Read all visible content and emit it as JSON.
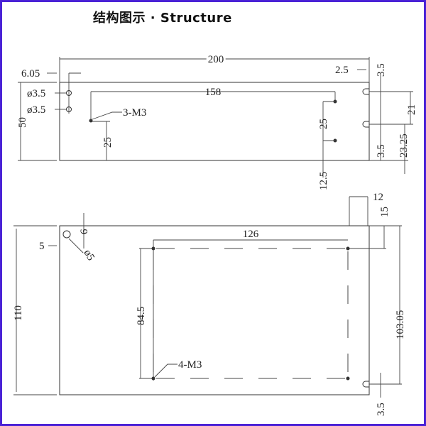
{
  "title": "结构图示 · Structure",
  "top_view": {
    "overall_width": "200",
    "left_offset": "6.05",
    "slot_edge": "2.5",
    "slot_top": "3.5",
    "hole_1": "ø3.5",
    "hole_2": "ø3.5",
    "hole_spacing": "158",
    "screw_label": "3-M3",
    "height": "50",
    "screw_height": "25",
    "right_screw_spacing": "25",
    "right_screw_bottom": "12.5",
    "slot_spacing": "21",
    "slot_bottom": "3.5",
    "slot_offset": "23.25"
  },
  "bottom_view": {
    "right_margin": "12",
    "top_margin": "15",
    "hole_top": "6",
    "hole_left": "5",
    "hole_diameter": "ø5",
    "screw_spacing_x": "126",
    "height": "110",
    "screw_spacing_y": "84.5",
    "slot_height": "103.05",
    "screw_label": "4-M3",
    "slot_bottom": "3.5"
  },
  "colors": {
    "border": "#4a22d6",
    "line": "#333333"
  }
}
